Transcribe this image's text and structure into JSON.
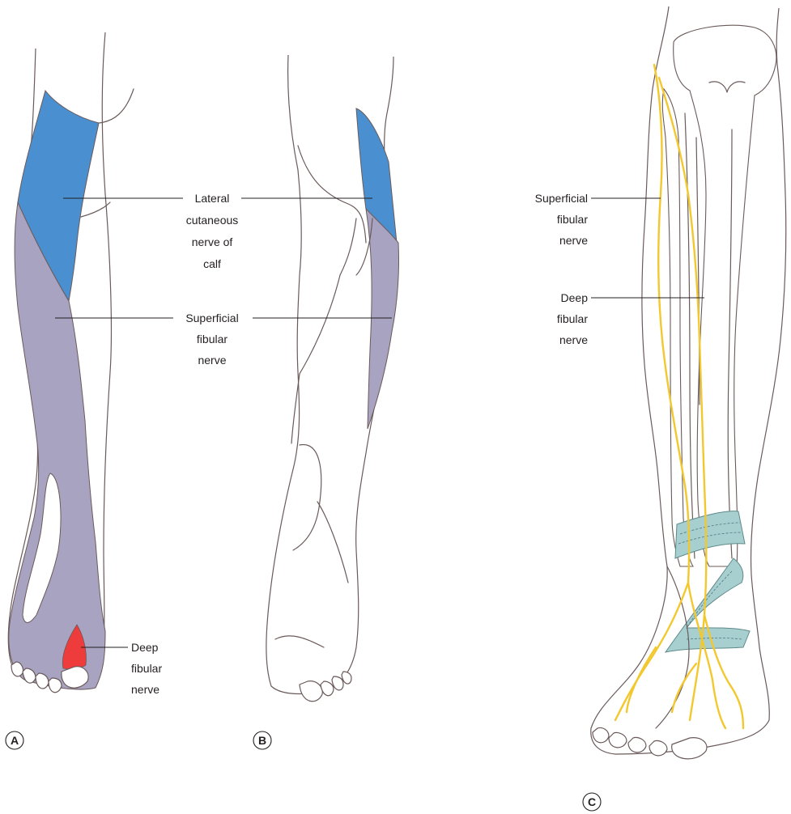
{
  "panels": {
    "a": {
      "letter": "A",
      "labels": {
        "lateral_cutaneous": [
          "Lateral",
          "cutaneous",
          "nerve of",
          "calf"
        ],
        "superficial_fibular": [
          "Superficial",
          "fibular",
          "nerve"
        ],
        "deep_fibular": [
          "Deep",
          "fibular",
          "nerve"
        ]
      }
    },
    "b": {
      "letter": "B"
    },
    "c": {
      "letter": "C",
      "labels": {
        "superficial_fibular": [
          "Superficial",
          "fibular",
          "nerve"
        ],
        "deep_fibular": [
          "Deep",
          "fibular",
          "nerve"
        ]
      }
    }
  },
  "colors": {
    "lateral_cutaneous_region": "#4a90d0",
    "superficial_fibular_region": "#a9a3c2",
    "deep_fibular_region": "#ee3b3b",
    "nerve": "#f2c82e",
    "retinaculum": "#a8cfd0",
    "outline": "#6b5a5a"
  }
}
